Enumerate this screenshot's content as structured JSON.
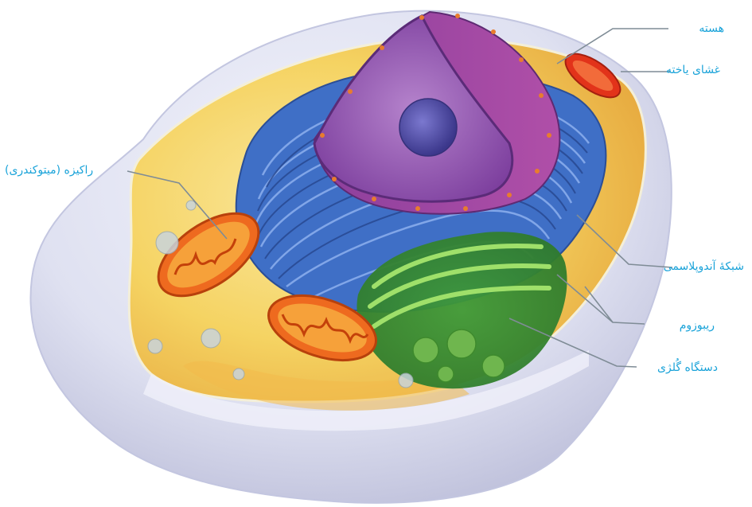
{
  "colors": {
    "label_text": "#1aa3d9",
    "leader_line": "#7f8c96",
    "cytoplasm": "#f6d35e",
    "outer_membrane": "#d9dcef",
    "nucleus": "#9a5bb6",
    "nucleolus": "#4e4aa3",
    "endoplasmic_reticulum": "#3f6fc6",
    "golgi": "#5dbb3c",
    "mitochondria": "#e2531e"
  },
  "labels": {
    "nucleus": "هسته",
    "cell_membrane": "غشای یاخته",
    "mitochondria": "راکیزه (میتوکندری)",
    "endoplasmic_reticulum": "شبکهٔ آندوپلاسمی",
    "ribosome": "ریبوزوم",
    "golgi": "دستگاه گُلژی"
  }
}
